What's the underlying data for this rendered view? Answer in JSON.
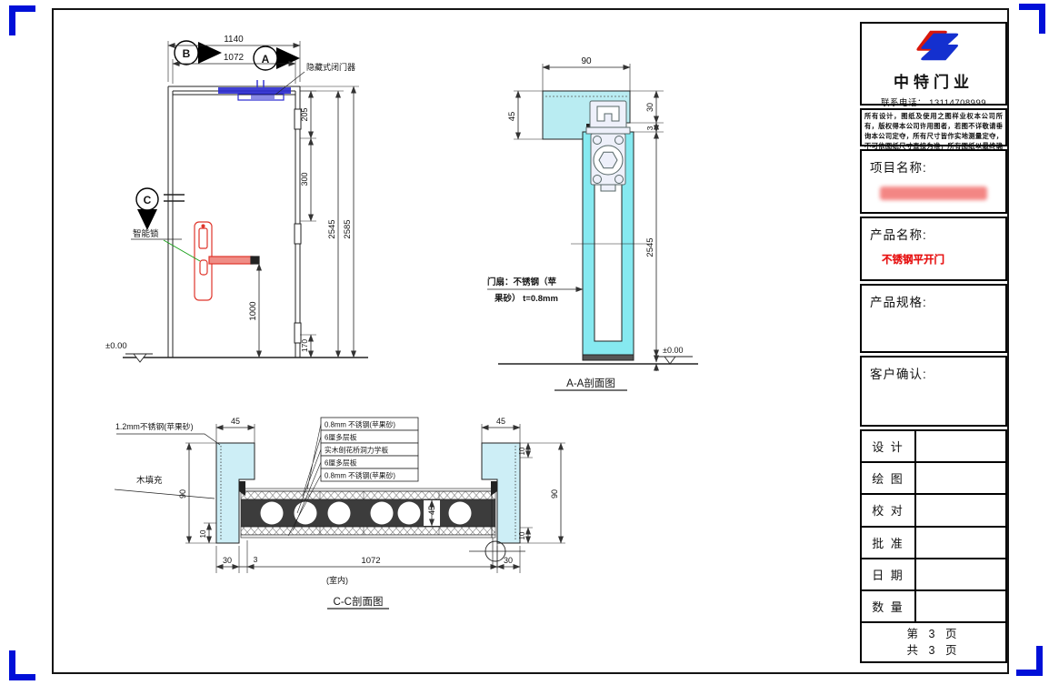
{
  "title_block": {
    "company": "中特门业",
    "phone": "联系电话： 13114708999",
    "disclaimer": "所有设计，图纸及使用之图样业权本公司所有，版权得本公司许用图者，若图不详敬请垂询本公司定夺，所有尺寸皆作实地测量定夺，不可依图纸尺寸直接为准，所有图纸以最终确认为准。",
    "project_label": "项目名称:",
    "product_label": "产品名称:",
    "product_name": "不锈钢平开门",
    "spec_label": "产品规格:",
    "confirm_label": "客户确认:",
    "sign_rows": [
      {
        "label": "设  计"
      },
      {
        "label": "绘  图"
      },
      {
        "label": "校  对"
      },
      {
        "label": "批  准"
      },
      {
        "label": "日  期"
      },
      {
        "label": "数  量"
      }
    ],
    "page_current": "第  3  页",
    "page_total": "共  3  页"
  },
  "elevation": {
    "marker_a": "A",
    "marker_b": "B",
    "marker_c": "C",
    "closer_label": "隐藏式闭门器",
    "lock_label": "智能锁",
    "dim_1140": "1140",
    "dim_1072": "1072",
    "dim_205": "205",
    "dim_300": "300",
    "dim_2545": "2545",
    "dim_2585": "2585",
    "dim_170": "170",
    "dim_1000": "1000",
    "level": "±0.00"
  },
  "section_aa": {
    "title": "A-A剖面图",
    "dim_90": "90",
    "dim_45": "45",
    "dim_30": "30",
    "dim_3": "3",
    "dim_2545": "2545",
    "level": "±0.00",
    "leaf_label_1": "门扇：不锈钢（苹",
    "leaf_label_2": "果砂） t=0.8mm"
  },
  "section_cc": {
    "title": "C-C剖面图",
    "layers": [
      "0.8mm 不锈钢(苹果砂)",
      "6厘多层板",
      "实木刨花桥洞力学板",
      "6厘多层板",
      "0.8mm 不锈钢(苹果砂)"
    ],
    "frame_skin_label": "1.2mm不锈钢(苹果砂)",
    "wood_fill_label": "木填充",
    "indoor": "(室内)",
    "dim_45_left": "45",
    "dim_45_right": "45",
    "dim_90_left": "90",
    "dim_90_right": "90",
    "dim_10_a": "10",
    "dim_10_b": "10",
    "dim_10_c": "10",
    "dim_30_left": "30",
    "dim_3": "3",
    "dim_1072": "1072",
    "dim_30_right": "30",
    "dim_45_core": "45"
  }
}
